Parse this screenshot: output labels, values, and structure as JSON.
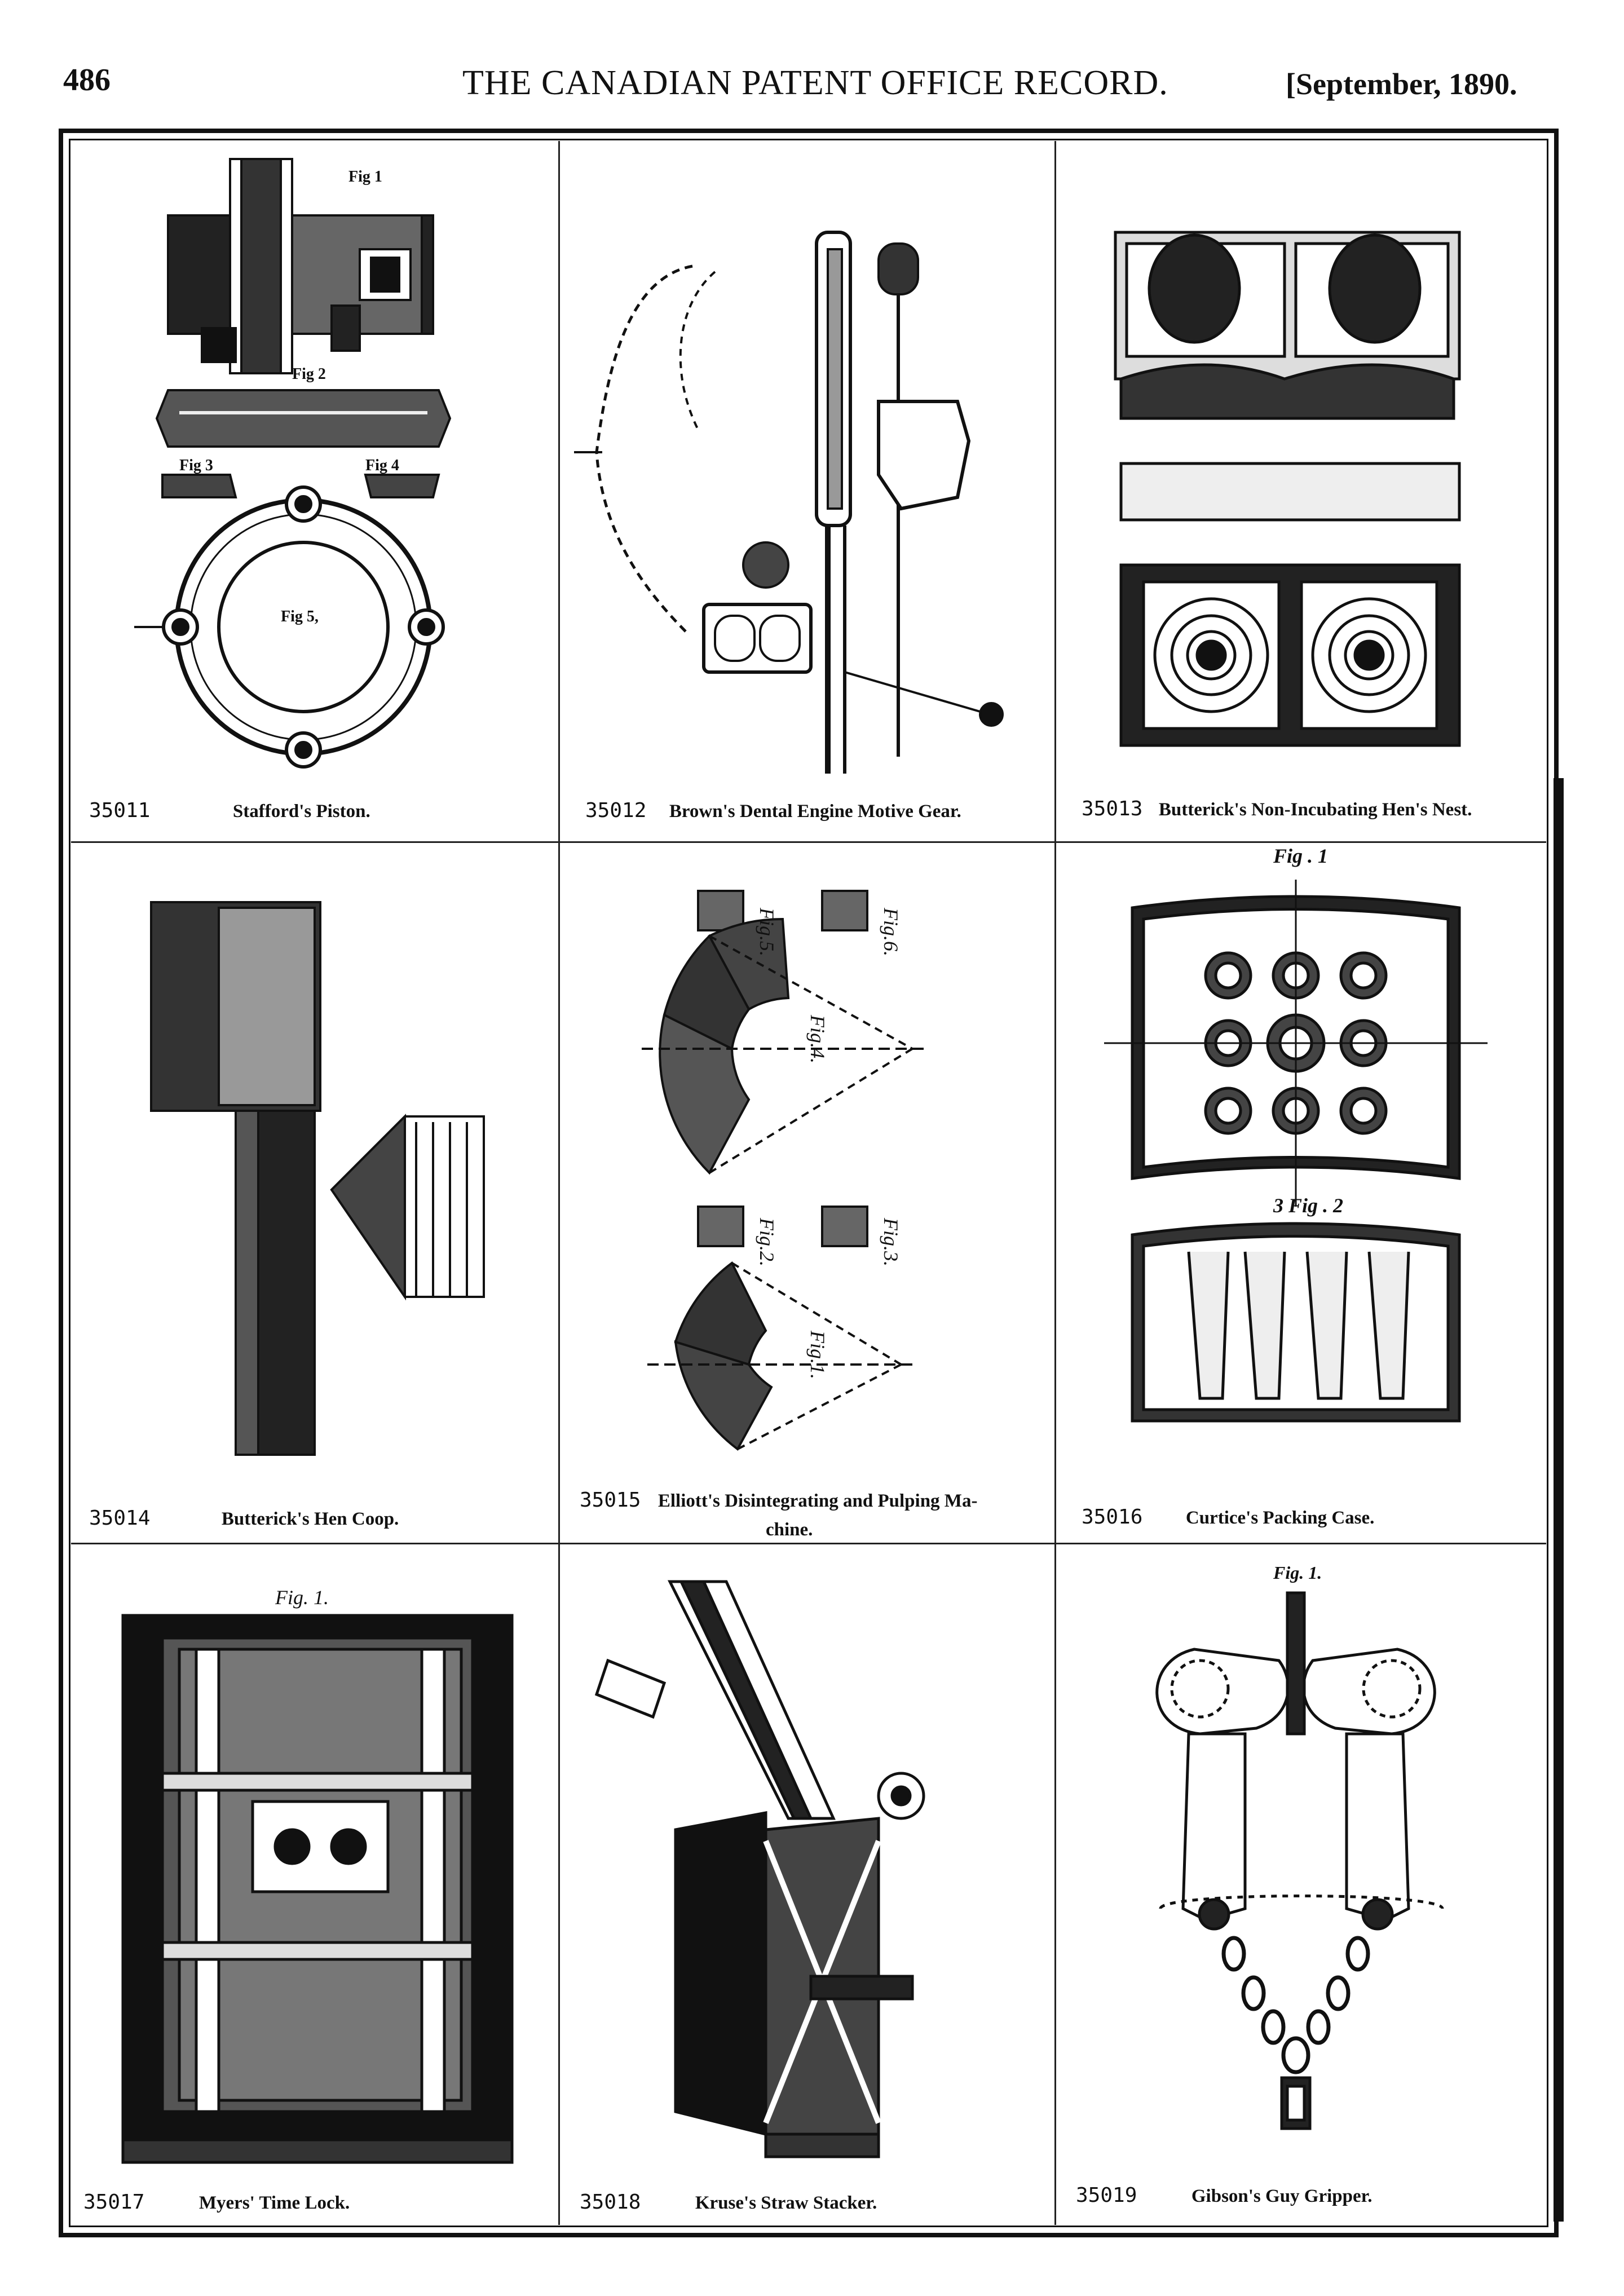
{
  "header": {
    "page_number": "486",
    "journal_title": "THE CANADIAN PATENT OFFICE RECORD.",
    "issue_date": "[September, 1890."
  },
  "patents": [
    {
      "number": "35011",
      "title": "Stafford's Piston."
    },
    {
      "number": "35012",
      "title": "Brown's Dental Engine Motive Gear."
    },
    {
      "number": "35013",
      "title": "Butterick's Non-Incubating Hen's Nest."
    },
    {
      "number": "35014",
      "title": "Butterick's Hen Coop."
    },
    {
      "number": "35015",
      "title": "Elliott's Disintegrating and Pulping Ma-",
      "title_cont": "chine."
    },
    {
      "number": "35016",
      "title": "Curtice's Packing Case."
    },
    {
      "number": "35017",
      "title": "Myers' Time Lock."
    },
    {
      "number": "35018",
      "title": "Kruse's Straw Stacker."
    },
    {
      "number": "35019",
      "title": "Gibson's Guy Gripper."
    }
  ],
  "figure_labels": {
    "stafford": [
      "Fig 1",
      "Fig 2",
      "Fig 3",
      "Fig 4",
      "Fig 5,"
    ],
    "elliott": [
      "Fig.5.",
      "Fig.6.",
      "Fig.4.",
      "Fig.2.",
      "Fig.3.",
      "Fig.1."
    ],
    "curtice": [
      "Fig . 1",
      "3 Fig . 2"
    ],
    "myers": "Fig. 1.",
    "gibson": "Fig. 1."
  }
}
